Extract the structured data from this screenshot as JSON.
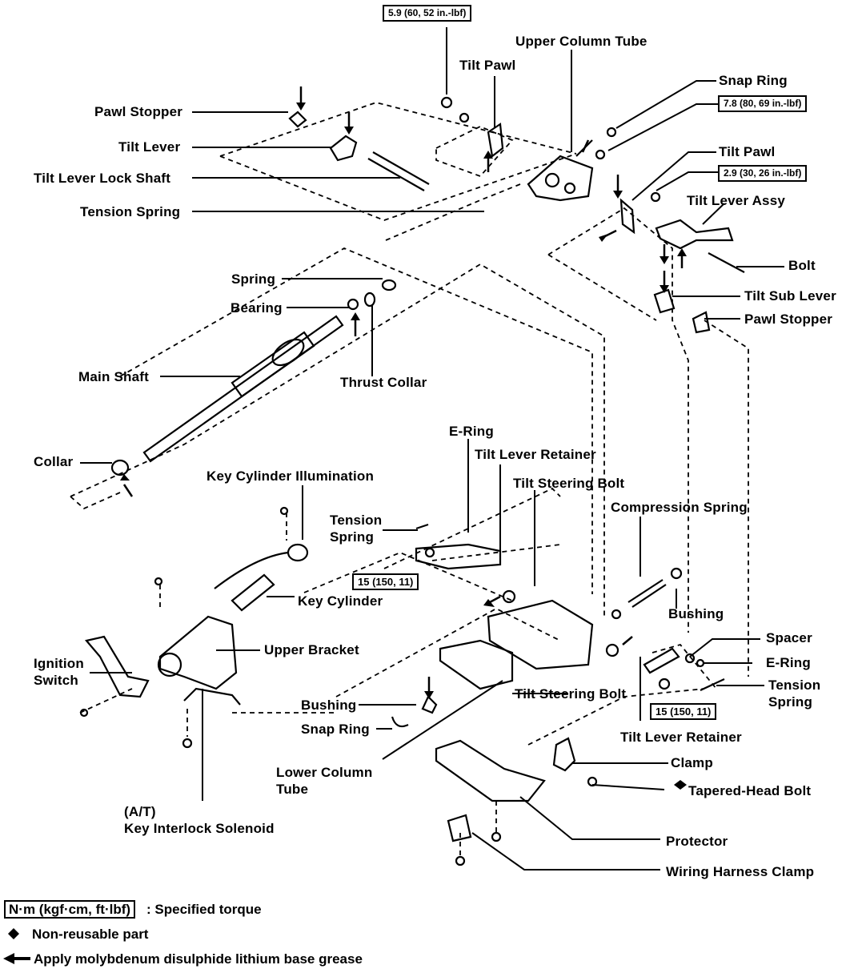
{
  "labels": {
    "upper_column_tube": "Upper Column Tube",
    "tilt_pawl_top": "Tilt Pawl",
    "snap_ring_top": "Snap Ring",
    "pawl_stopper_left": "Pawl Stopper",
    "tilt_lever": "Tilt Lever",
    "tilt_lever_lock_shaft": "Tilt Lever Lock Shaft",
    "tension_spring_top": "Tension Spring",
    "tilt_pawl_right": "Tilt Pawl",
    "tilt_lever_assy": "Tilt Lever Assy",
    "bolt": "Bolt",
    "tilt_sub_lever": "Tilt Sub Lever",
    "pawl_stopper_right": "Pawl Stopper",
    "spring": "Spring",
    "bearing": "Bearing",
    "main_shaft": "Main Shaft",
    "thrust_collar": "Thrust Collar",
    "collar": "Collar",
    "key_cylinder_illumination": "Key Cylinder Illumination",
    "e_ring_top": "E-Ring",
    "tilt_lever_retainer_top": "Tilt Lever Retainer",
    "tilt_steering_bolt_top": "Tilt Steering Bolt",
    "compression_spring": "Compression Spring",
    "tension_spring_mid_1": "Tension",
    "tension_spring_mid_2": "Spring",
    "key_cylinder": "Key Cylinder",
    "upper_bracket": "Upper Bracket",
    "bushing_right": "Bushing",
    "ignition_switch_1": "Ignition",
    "ignition_switch_2": "Switch",
    "spacer": "Spacer",
    "e_ring_right": "E-Ring",
    "tension_spring_right_1": "Tension",
    "tension_spring_right_2": "Spring",
    "tilt_steering_bolt_bottom": "Tilt Steering Bolt",
    "bushing_bottom": "Bushing",
    "snap_ring_bottom": "Snap Ring",
    "tilt_lever_retainer_bottom": "Tilt Lever Retainer",
    "lower_column_tube_1": "Lower Column",
    "lower_column_tube_2": "Tube",
    "clamp": "Clamp",
    "tapered_head_bolt": "Tapered-Head Bolt",
    "key_interlock_1": "(A/T)",
    "key_interlock_2": "Key Interlock Solenoid",
    "protector": "Protector",
    "wiring_harness_clamp": "Wiring Harness Clamp"
  },
  "torques": {
    "t1": "5.9 (60, 52 in.-lbf)",
    "t2": "7.8 (80, 69 in.-lbf)",
    "t3": "2.9 (30, 26 in.-lbf)",
    "t4": "15 (150, 11)",
    "t5": "15 (150, 11)"
  },
  "legend": {
    "torque_box": "N·m (kgf·cm, ft·lbf)",
    "torque_desc": ":  Specified torque",
    "diamond_symbol": "◆",
    "diamond_desc": "Non-reusable part",
    "arrow_desc": "Apply molybdenum disulphide lithium base grease"
  }
}
